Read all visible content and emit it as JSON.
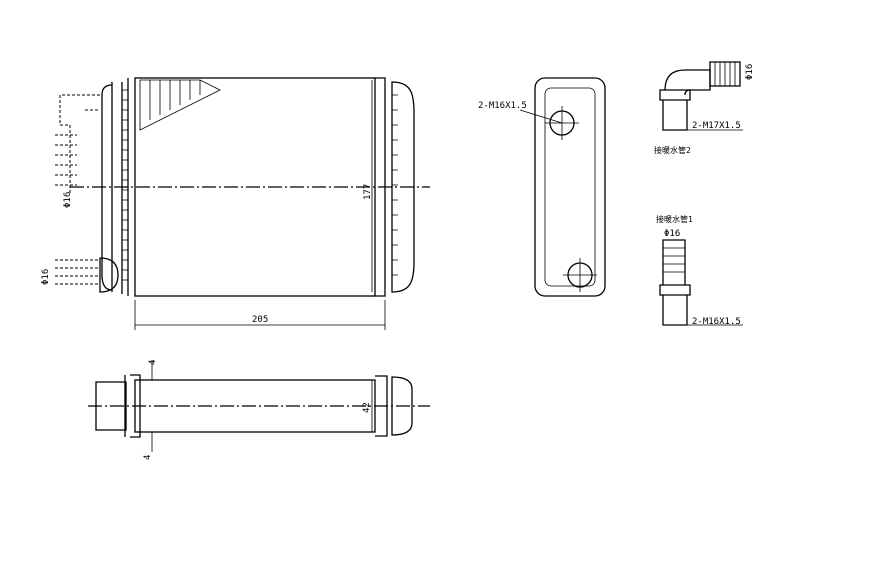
{
  "front_view": {
    "width_dim": "205",
    "height_dim": "177",
    "inlet_diameter": "Φ16",
    "outlet_diameter": "Φ16"
  },
  "side_view": {
    "thread_label": "2-M16X1.5"
  },
  "top_view": {
    "depth_dim": "42",
    "tank_dim_top": "4",
    "tank_dim_bottom": "4"
  },
  "pipe_2": {
    "diameter": "Φ16",
    "thread_label": "2-M17X1.5",
    "caption": "接暖水管2"
  },
  "pipe_1": {
    "diameter": "Φ16",
    "thread_label": "2-M16X1.5",
    "caption": "接暖水管1"
  }
}
